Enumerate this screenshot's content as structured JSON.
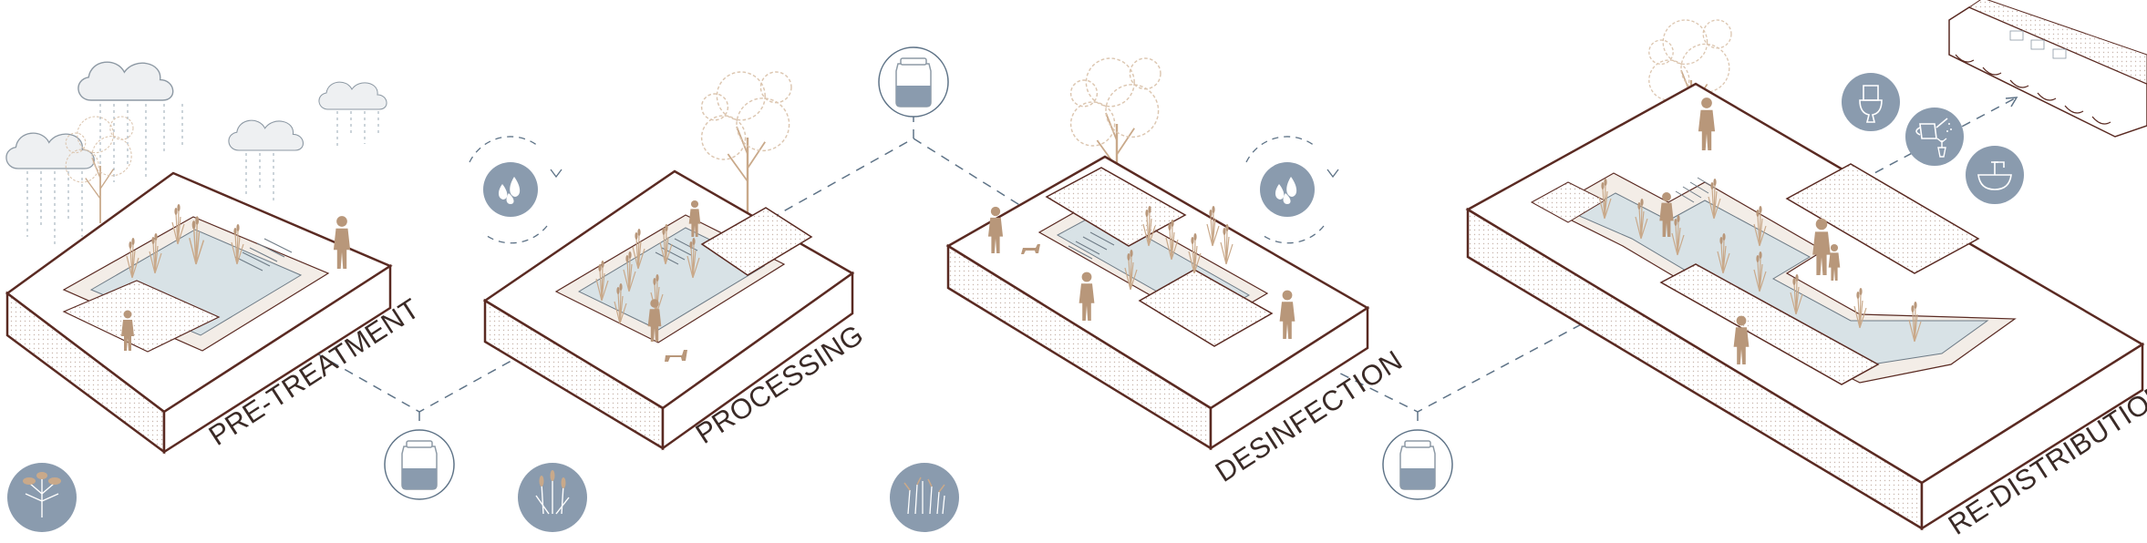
{
  "stages": [
    {
      "id": "pre-treatment",
      "label": "PRE-TREATMENT"
    },
    {
      "id": "processing",
      "label": "PROCESSING"
    },
    {
      "id": "desinfection",
      "label": "DESINFECTION"
    },
    {
      "id": "re-distribution",
      "label": "RE-DISTRIBUTION"
    }
  ],
  "icons": {
    "water_drops": "water-drops-icon",
    "water_tank": "water-tank-icon",
    "plant": "plant-icon",
    "toilet": "toilet-icon",
    "watering_can": "watering-can-icon",
    "sink": "sink-icon",
    "rain_cloud": "rain-cloud-icon",
    "tree": "tree-icon",
    "person": "person-icon",
    "building": "building-icon"
  },
  "colors": {
    "outline": "#5a2a22",
    "accent_blue": "#8a9bae",
    "water": "#d8e2e6",
    "vegetation": "#c4a486",
    "figure": "#b8977a",
    "connector": "#5e7387"
  }
}
